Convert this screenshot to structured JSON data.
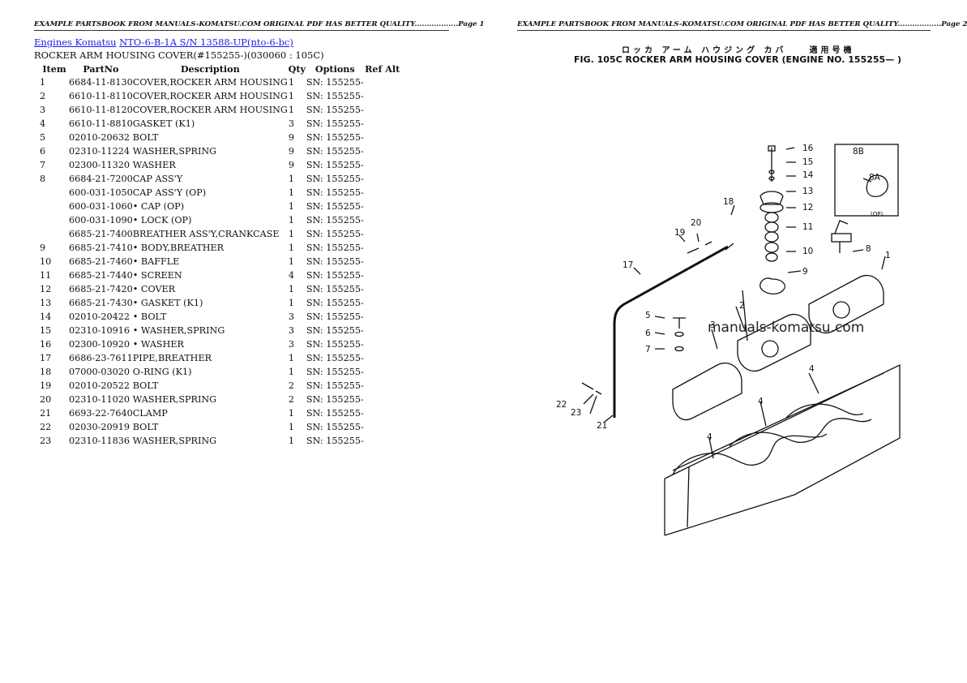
{
  "headers": {
    "page1": "EXAMPLE PARTSBOOK FROM MANUALS-KOMATSU.COM ORIGINAL PDF HAS BETTER QUALITY..................Page 1",
    "page2": "EXAMPLE PARTSBOOK FROM MANUALS-KOMATSU.COM ORIGINAL PDF HAS BETTER QUALITY..................Page 2"
  },
  "breadcrumb": {
    "link1": "Engines Komatsu",
    "link2": "NTO-6-B-1A S/N 13588-UP(nto-6-bc)"
  },
  "subtitle": "ROCKER ARM HOUSING COVER(#155255-)(030060 : 105C)",
  "table": {
    "columns": [
      "Item",
      "PartNo",
      "Description",
      "Qty",
      "Options",
      "Ref Alt"
    ],
    "rows": [
      {
        "item": "1",
        "partno": "6684-11-8130",
        "desc": "COVER,ROCKER ARM HOUSING",
        "qty": "1",
        "opt": "SN: 155255-"
      },
      {
        "item": "2",
        "partno": "6610-11-8110",
        "desc": "COVER,ROCKER ARM HOUSING",
        "qty": "1",
        "opt": "SN: 155255-"
      },
      {
        "item": "3",
        "partno": "6610-11-8120",
        "desc": "COVER,ROCKER ARM HOUSING",
        "qty": "1",
        "opt": "SN: 155255-"
      },
      {
        "item": "4",
        "partno": "6610-11-8810",
        "desc": "GASKET (K1)",
        "qty": "3",
        "opt": "SN: 155255-"
      },
      {
        "item": "5",
        "partno": "02010-20632",
        "desc": "BOLT",
        "qty": "9",
        "opt": "SN: 155255-"
      },
      {
        "item": "6",
        "partno": "02310-11224",
        "desc": "WASHER,SPRING",
        "qty": "9",
        "opt": "SN: 155255-"
      },
      {
        "item": "7",
        "partno": "02300-11320",
        "desc": "WASHER",
        "qty": "9",
        "opt": "SN: 155255-"
      },
      {
        "item": "8",
        "partno": "6684-21-7200",
        "desc": "CAP ASS'Y",
        "qty": "1",
        "opt": "SN: 155255-"
      },
      {
        "item": "",
        "partno": "600-031-1050",
        "desc": "CAP ASS'Y (OP)",
        "qty": "1",
        "opt": "SN: 155255-"
      },
      {
        "item": "",
        "partno": "600-031-1060",
        "desc": "• CAP (OP)",
        "qty": "1",
        "opt": "SN: 155255-"
      },
      {
        "item": "",
        "partno": "600-031-1090",
        "desc": "• LOCK (OP)",
        "qty": "1",
        "opt": "SN: 155255-"
      },
      {
        "item": "",
        "partno": "6685-21-7400",
        "desc": "BREATHER ASS'Y,CRANKCASE",
        "qty": "1",
        "opt": "SN: 155255-"
      },
      {
        "item": "9",
        "partno": "6685-21-7410",
        "desc": "• BODY,BREATHER",
        "qty": "1",
        "opt": "SN: 155255-"
      },
      {
        "item": "10",
        "partno": "6685-21-7460",
        "desc": "• BAFFLE",
        "qty": "1",
        "opt": "SN: 155255-"
      },
      {
        "item": "11",
        "partno": "6685-21-7440",
        "desc": "• SCREEN",
        "qty": "4",
        "opt": "SN: 155255-"
      },
      {
        "item": "12",
        "partno": "6685-21-7420",
        "desc": "• COVER",
        "qty": "1",
        "opt": "SN: 155255-"
      },
      {
        "item": "13",
        "partno": "6685-21-7430",
        "desc": "• GASKET (K1)",
        "qty": "1",
        "opt": "SN: 155255-"
      },
      {
        "item": "14",
        "partno": "02010-20422",
        "desc": "• BOLT",
        "qty": "3",
        "opt": "SN: 155255-"
      },
      {
        "item": "15",
        "partno": "02310-10916",
        "desc": "• WASHER,SPRING",
        "qty": "3",
        "opt": "SN: 155255-"
      },
      {
        "item": "16",
        "partno": "02300-10920",
        "desc": "• WASHER",
        "qty": "3",
        "opt": "SN: 155255-"
      },
      {
        "item": "17",
        "partno": "6686-23-7611",
        "desc": "PIPE,BREATHER",
        "qty": "1",
        "opt": "SN: 155255-"
      },
      {
        "item": "18",
        "partno": "07000-03020",
        "desc": "O-RING (K1)",
        "qty": "1",
        "opt": "SN: 155255-"
      },
      {
        "item": "19",
        "partno": "02010-20522",
        "desc": "BOLT",
        "qty": "2",
        "opt": "SN: 155255-"
      },
      {
        "item": "20",
        "partno": "02310-11020",
        "desc": "WASHER,SPRING",
        "qty": "2",
        "opt": "SN: 155255-"
      },
      {
        "item": "21",
        "partno": "6693-22-7640",
        "desc": "CLAMP",
        "qty": "1",
        "opt": "SN: 155255-"
      },
      {
        "item": "22",
        "partno": "02030-20919",
        "desc": "BOLT",
        "qty": "1",
        "opt": "SN: 155255-"
      },
      {
        "item": "23",
        "partno": "02310-11836",
        "desc": "WASHER,SPRING",
        "qty": "1",
        "opt": "SN: 155255-"
      }
    ]
  },
  "figure": {
    "title_jp": "ロッカ アーム ハウジング カバ　　適用号機",
    "title_en": "FIG. 105C  ROCKER ARM HOUSING COVER (ENGINE NO. 155255— )",
    "watermark": "manuals-komatsu.com",
    "callouts": [
      "1",
      "2",
      "3",
      "4",
      "4",
      "4",
      "5",
      "6",
      "7",
      "8",
      "8A",
      "8B",
      "9",
      "10",
      "11",
      "12",
      "13",
      "14",
      "15",
      "16",
      "17",
      "18",
      "19",
      "20",
      "21",
      "22",
      "23",
      "(OP)"
    ]
  }
}
